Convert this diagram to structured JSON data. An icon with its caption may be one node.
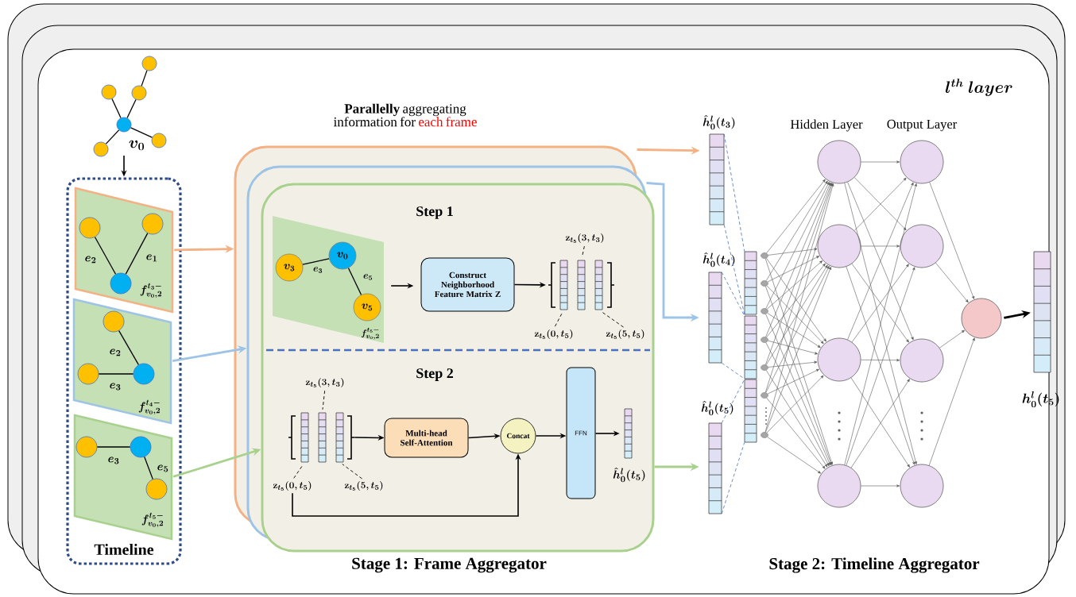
{
  "diagram": {
    "nodes": [
      {
        "text": [
          "l^{th}\\ layer"
        ]
      },
      {
        "text": [
          "v_0"
        ],
        "in": 0
      },
      {
        "text": [],
        "shape": "circle",
        "in": 0
      },
      {
        "text": [],
        "shape": "circle",
        "in": 0
      },
      {
        "text": [],
        "shape": "circle",
        "in": 0
      },
      {
        "text": [],
        "shape": "circle",
        "in": 0
      },
      {
        "text": [],
        "shape": "circle",
        "in": 0
      },
      {
        "text": [
          "Timeline"
        ],
        "in": 0
      },
      {
        "text": [
          "f^{t_3-}_{v_0,2}"
        ],
        "in": 7
      },
      {
        "text": [],
        "shape": "circle",
        "in": 8
      },
      {
        "text": [],
        "shape": "circle",
        "in": 8
      },
      {
        "text": [],
        "shape": "circle",
        "in": 8
      },
      {
        "text": [
          "f^{t_4-}_{v_0,2}"
        ],
        "in": 7
      },
      {
        "text": [],
        "shape": "circle",
        "in": 12
      },
      {
        "text": [],
        "shape": "circle",
        "in": 12
      },
      {
        "text": [],
        "shape": "circle",
        "in": 12
      },
      {
        "text": [
          "f^{t_5-}_{v_0,2}"
        ],
        "in": 7
      },
      {
        "text": [],
        "shape": "circle",
        "in": 16
      },
      {
        "text": [],
        "shape": "circle",
        "in": 16
      },
      {
        "text": [],
        "shape": "circle",
        "in": 16
      },
      {
        "text": [
          "Step 1",
          "Step 2"
        ],
        "in": 0
      },
      {
        "text": [
          "f^{t_5-}_{v_0,2}"
        ],
        "in": 20
      },
      {
        "text": [
          "v_3"
        ],
        "in": 21
      },
      {
        "text": [
          "v_0"
        ],
        "in": 21
      },
      {
        "text": [
          "v_5"
        ],
        "in": 21
      },
      {
        "text": [
          "Construct Neighborhood Feature Matrix Z"
        ],
        "in": 20
      },
      {
        "text": [],
        "shape": "bracket",
        "in": 20
      },
      {
        "text": [],
        "shape": "bar",
        "in": 26
      },
      {
        "text": [],
        "shape": "bar",
        "in": 26
      },
      {
        "text": [],
        "shape": "bar",
        "in": 26
      },
      {
        "text": [
          "\\mathbf{z}_{t_5}(3,t_3)"
        ],
        "in": 20
      },
      {
        "text": [
          "\\mathbf{z}_{t_5}(0,t_5)"
        ],
        "in": 20
      },
      {
        "text": [
          "\\mathbf{z}_{t_5}(5,t_5)"
        ],
        "in": 20
      },
      {
        "text": [],
        "shape": "bracket",
        "in": 20
      },
      {
        "text": [],
        "shape": "bar",
        "in": 33
      },
      {
        "text": [],
        "shape": "bar",
        "in": 33
      },
      {
        "text": [],
        "shape": "bar",
        "in": 33
      },
      {
        "text": [
          "\\mathbf{z}_{t_5}(3,t_3)"
        ],
        "in": 20
      },
      {
        "text": [
          "\\mathbf{z}_{t_5}(0,t_5)"
        ],
        "in": 20
      },
      {
        "text": [
          "\\mathbf{z}_{t_5}(5,t_5)"
        ],
        "in": 20
      },
      {
        "text": [
          "Multi-head Self-Attention"
        ],
        "in": 20
      },
      {
        "text": [
          "Concat"
        ],
        "in": 20
      },
      {
        "text": [
          "FFN"
        ],
        "in": 20
      },
      {
        "text": [
          "\\hat{h}^{l}_{0}(t_5)"
        ],
        "in": 20
      },
      {
        "text": [
          "\\hat{h}^{l}_{0}(t_3)"
        ],
        "in": 0
      },
      {
        "text": [
          "\\hat{h}^{l}_{0}(t_4)"
        ],
        "in": 0
      },
      {
        "text": [
          "\\hat{h}^{l}_{0}(t_5)"
        ],
        "in": 0
      },
      {
        "text": [],
        "shape": "bar",
        "in": 0
      },
      {
        "text": [],
        "shape": "bar",
        "in": 0
      },
      {
        "text": [],
        "shape": "bar",
        "in": 0
      },
      {
        "text": [],
        "shape": "circle",
        "in": 0
      },
      {
        "text": [],
        "shape": "circle",
        "in": 0
      },
      {
        "text": [],
        "shape": "circle",
        "in": 0
      },
      {
        "text": [],
        "shape": "circle",
        "in": 0
      },
      {
        "text": [],
        "shape": "circle",
        "in": 0
      },
      {
        "text": [],
        "shape": "circle",
        "in": 0
      },
      {
        "text": [],
        "shape": "circle",
        "in": 0
      },
      {
        "text": [],
        "shape": "circle",
        "in": 0
      },
      {
        "text": [],
        "shape": "circle",
        "in": 0
      },
      {
        "text": [],
        "shape": "circle",
        "in": 0
      },
      {
        "text": [],
        "shape": "circle",
        "in": 0
      },
      {
        "text": [],
        "shape": "circle",
        "in": 0
      },
      {
        "text": [],
        "shape": "circle",
        "in": 0
      },
      {
        "text": [],
        "shape": "circle",
        "in": 0
      },
      {
        "text": [],
        "shape": "circle",
        "in": 0
      },
      {
        "text": [],
        "shape": "circle",
        "in": 0
      },
      {
        "text": [
          "h^{l}_{0}(t_5)"
        ],
        "in": 0
      }
    ],
    "edges": [
      {
        "from": 1,
        "to": 2,
        "arrow": "none"
      },
      {
        "from": 1,
        "to": 3,
        "arrow": "none"
      },
      {
        "from": 3,
        "to": 4,
        "arrow": "none"
      },
      {
        "from": 1,
        "to": 5,
        "arrow": "none"
      },
      {
        "from": 1,
        "to": 6,
        "arrow": "none"
      },
      {
        "from": 1,
        "to": 7,
        "arrow": "to"
      },
      {
        "from": 11,
        "to": 9,
        "arrow": "none",
        "label": "e_2"
      },
      {
        "from": 11,
        "to": 10,
        "arrow": "none",
        "label": "e_1"
      },
      {
        "from": 15,
        "to": 13,
        "arrow": "none",
        "label": "e_2"
      },
      {
        "from": 15,
        "to": 14,
        "arrow": "none",
        "label": "e_3"
      },
      {
        "from": 17,
        "to": 18,
        "arrow": "none",
        "label": "e_3"
      },
      {
        "from": 18,
        "to": 19,
        "arrow": "none",
        "label": "e_5"
      },
      {
        "from": 8,
        "to": 20,
        "arrow": "to",
        "style": "thick",
        "color": "#f4b183"
      },
      {
        "from": 12,
        "to": 20,
        "arrow": "to",
        "style": "thick",
        "color": "#9dc3e6"
      },
      {
        "from": 16,
        "to": 20,
        "arrow": "to",
        "style": "thick",
        "color": "#a9d18e"
      },
      {
        "from": 22,
        "to": 23,
        "arrow": "none",
        "label": "e_3"
      },
      {
        "from": 23,
        "to": 24,
        "arrow": "none",
        "label": "e_5"
      },
      {
        "from": 21,
        "to": 25,
        "arrow": "to"
      },
      {
        "from": 25,
        "to": 26,
        "arrow": "to"
      },
      {
        "from": 30,
        "to": 28,
        "arrow": "none",
        "style": "dashed"
      },
      {
        "from": 31,
        "to": 27,
        "arrow": "none",
        "style": "dashed"
      },
      {
        "from": 32,
        "to": 29,
        "arrow": "none",
        "style": "dashed"
      },
      {
        "from": 37,
        "to": 35,
        "arrow": "none",
        "style": "dashed"
      },
      {
        "from": 38,
        "to": 34,
        "arrow": "none",
        "style": "dashed"
      },
      {
        "from": 39,
        "to": 36,
        "arrow": "none",
        "style": "dashed"
      },
      {
        "from": 33,
        "to": 40,
        "arrow": "to"
      },
      {
        "from": 40,
        "to": 41,
        "arrow": "to"
      },
      {
        "from": 41,
        "to": 42,
        "arrow": "to"
      },
      {
        "from": 42,
        "to": 43,
        "arrow": "to"
      },
      {
        "from": 38,
        "to": 41,
        "arrow": "to"
      },
      {
        "from": 20,
        "to": 44,
        "arrow": "to",
        "style": "thick",
        "color": "#f4b183"
      },
      {
        "from": 20,
        "to": 45,
        "arrow": "to",
        "style": "thick",
        "color": "#9dc3e6"
      },
      {
        "from": 20,
        "to": 46,
        "arrow": "to",
        "style": "thick",
        "color": "#a9d18e"
      },
      {
        "from": 44,
        "to": 47,
        "arrow": "none",
        "style": "dashed",
        "color": "#4472c4"
      },
      {
        "from": 44,
        "to": 47,
        "arrow": "none",
        "style": "dashed",
        "color": "#4472c4"
      },
      {
        "from": 45,
        "to": 48,
        "arrow": "none",
        "style": "dashed",
        "color": "#4472c4"
      },
      {
        "from": 45,
        "to": 48,
        "arrow": "none",
        "style": "dashed",
        "color": "#4472c4"
      },
      {
        "from": 46,
        "to": 49,
        "arrow": "none",
        "style": "dashed",
        "color": "#4472c4"
      },
      {
        "from": 46,
        "to": 49,
        "arrow": "none",
        "style": "dashed",
        "color": "#4472c4"
      },
      {
        "from": 50,
        "to": 57,
        "arrow": "to",
        "color": "#595959"
      },
      {
        "from": 50,
        "to": 58,
        "arrow": "to",
        "color": "#595959"
      },
      {
        "from": 50,
        "to": 59,
        "arrow": "to",
        "color": "#595959"
      },
      {
        "from": 50,
        "to": 60,
        "arrow": "to",
        "color": "#595959"
      },
      {
        "from": 51,
        "to": 57,
        "arrow": "to",
        "color": "#595959"
      },
      {
        "from": 51,
        "to": 58,
        "arrow": "to",
        "color": "#595959"
      },
      {
        "from": 51,
        "to": 59,
        "arrow": "to",
        "color": "#595959"
      },
      {
        "from": 51,
        "to": 60,
        "arrow": "to",
        "color": "#595959"
      },
      {
        "from": 52,
        "to": 57,
        "arrow": "to",
        "color": "#595959"
      },
      {
        "from": 52,
        "to": 58,
        "arrow": "to",
        "color": "#595959"
      },
      {
        "from": 52,
        "to": 59,
        "arrow": "to",
        "color": "#595959"
      },
      {
        "from": 52,
        "to": 60,
        "arrow": "to",
        "color": "#595959"
      },
      {
        "from": 53,
        "to": 57,
        "arrow": "to",
        "color": "#595959"
      },
      {
        "from": 53,
        "to": 58,
        "arrow": "to",
        "color": "#595959"
      },
      {
        "from": 53,
        "to": 59,
        "arrow": "to",
        "color": "#595959"
      },
      {
        "from": 53,
        "to": 60,
        "arrow": "to",
        "color": "#595959"
      },
      {
        "from": 54,
        "to": 57,
        "arrow": "to",
        "color": "#595959"
      },
      {
        "from": 54,
        "to": 58,
        "arrow": "to",
        "color": "#595959"
      },
      {
        "from": 54,
        "to": 59,
        "arrow": "to",
        "color": "#595959"
      },
      {
        "from": 54,
        "to": 60,
        "arrow": "to",
        "color": "#595959"
      },
      {
        "from": 55,
        "to": 57,
        "arrow": "to",
        "color": "#595959"
      },
      {
        "from": 55,
        "to": 58,
        "arrow": "to",
        "color": "#595959"
      },
      {
        "from": 55,
        "to": 59,
        "arrow": "to",
        "color": "#595959"
      },
      {
        "from": 55,
        "to": 60,
        "arrow": "to",
        "color": "#595959"
      },
      {
        "from": 56,
        "to": 57,
        "arrow": "to",
        "color": "#595959"
      },
      {
        "from": 56,
        "to": 58,
        "arrow": "to",
        "color": "#595959"
      },
      {
        "from": 56,
        "to": 59,
        "arrow": "to",
        "color": "#595959"
      },
      {
        "from": 56,
        "to": 60,
        "arrow": "to",
        "color": "#595959"
      },
      {
        "from": 57,
        "to": 61,
        "arrow": "to",
        "color": "#595959"
      },
      {
        "from": 57,
        "to": 62,
        "arrow": "to",
        "color": "#595959"
      },
      {
        "from": 57,
        "to": 63,
        "arrow": "to",
        "color": "#595959"
      },
      {
        "from": 57,
        "to": 64,
        "arrow": "to",
        "color": "#595959"
      },
      {
        "from": 58,
        "to": 61,
        "arrow": "to",
        "color": "#595959"
      },
      {
        "from": 58,
        "to": 62,
        "arrow": "to",
        "color": "#595959"
      },
      {
        "from": 58,
        "to": 63,
        "arrow": "to",
        "color": "#595959"
      },
      {
        "from": 58,
        "to": 64,
        "arrow": "to",
        "color": "#595959"
      },
      {
        "from": 59,
        "to": 61,
        "arrow": "to",
        "color": "#595959"
      },
      {
        "from": 59,
        "to": 62,
        "arrow": "to",
        "color": "#595959"
      },
      {
        "from": 59,
        "to": 63,
        "arrow": "to",
        "color": "#595959"
      },
      {
        "from": 59,
        "to": 64,
        "arrow": "to",
        "color": "#595959"
      },
      {
        "from": 60,
        "to": 61,
        "arrow": "to",
        "color": "#595959"
      },
      {
        "from": 60,
        "to": 62,
        "arrow": "to",
        "color": "#595959"
      },
      {
        "from": 60,
        "to": 63,
        "arrow": "to",
        "color": "#595959"
      },
      {
        "from": 60,
        "to": 64,
        "arrow": "to",
        "color": "#595959"
      },
      {
        "from": 61,
        "to": 65,
        "arrow": "to",
        "color": "#595959"
      },
      {
        "from": 62,
        "to": 65,
        "arrow": "to",
        "color": "#595959"
      },
      {
        "from": 63,
        "to": 65,
        "arrow": "to",
        "color": "#595959"
      },
      {
        "from": 64,
        "to": 65,
        "arrow": "to",
        "color": "#595959"
      },
      {
        "from": 65,
        "to": 66,
        "arrow": "to",
        "style": "thick"
      }
    ],
    "labels": [
      "**Parallelly** aggregating information for",
      "each frame",
      "Hidden Layer",
      "Output Layer",
      "Stage 1: Frame Aggregator",
      "Stage 2: Timeline Aggregator"
    ]
  }
}
